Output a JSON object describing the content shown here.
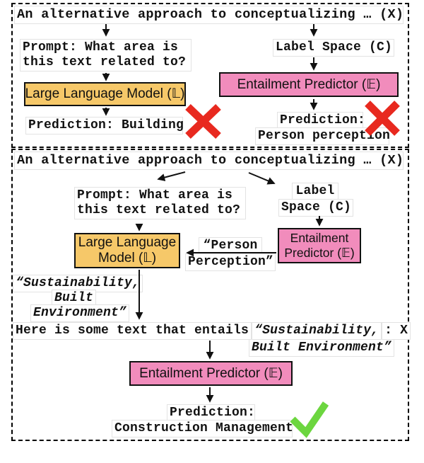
{
  "colors": {
    "llm_fill": "#F6C869",
    "entailment_fill": "#F18CBC",
    "cross": "#E8291F",
    "check": "#6CD63F"
  },
  "top": {
    "input": "An alternative approach to conceptualizing … (X)",
    "prompt_line1": "Prompt: What area is",
    "prompt_line2": "this text related to?",
    "llm_box": "Large Language Model (𝕃)",
    "llm_prediction": "Prediction: Building",
    "label_space": "Label Space (C)",
    "entailment_box": "Entailment Predictor (𝔼)",
    "entailment_prediction_line1": "Prediction:",
    "entailment_prediction_line2": "Person perception"
  },
  "bottom": {
    "input": "An alternative approach to conceptualizing … (X)",
    "prompt_line1": "Prompt: What area is",
    "prompt_line2": "this text related to?",
    "label_space_line1": "Label",
    "label_space_line2": "Space (C)",
    "llm_box_line1": "Large Language",
    "llm_box_line2": "Model (𝕃)",
    "entailment_box_line1": "Entailment",
    "entailment_box_line2": "Predictor (𝔼)",
    "entailment_output_line1": "“Person",
    "entailment_output_line2": "Perception”",
    "llm_output_line1": "“Sustainability,",
    "llm_output_line2": "Built",
    "llm_output_line3": "Environment”",
    "hypothesis_prefix": "Here is some text that entails",
    "hypothesis_quote_part1": "“Sustainability,",
    "hypothesis_suffix": ": X",
    "hypothesis_quote_part2": "Built Environment”",
    "entailment2_box": "Entailment Predictor (𝔼)",
    "prediction_line1": "Prediction:",
    "prediction_line2": "Construction Management"
  }
}
